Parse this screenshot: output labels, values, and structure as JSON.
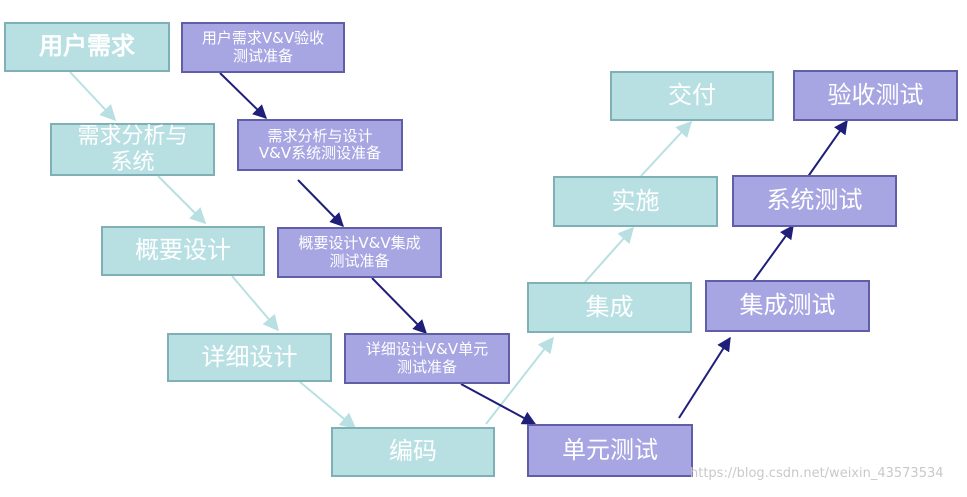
{
  "left_branch": {
    "user_requirements": "用户需求",
    "requirements_analysis": "需求分析与\n系统",
    "high_level_design": "概要设计",
    "detailed_design": "详细设计",
    "coding": "编码"
  },
  "vv_prep": {
    "acceptance_prep": "用户需求V&V验收\n测试准备",
    "system_test_prep": "需求分析与设计\nV&V系统测设准备",
    "integration_prep": "概要设计V&V集成\n测试准备",
    "unit_prep": "详细设计V&V单元\n测试准备"
  },
  "delivery_branch": {
    "integration": "集成",
    "implementation": "实施",
    "delivery": "交付"
  },
  "test_branch": {
    "unit_test": "单元测试",
    "integration_test": "集成测试",
    "system_test": "系统测试",
    "acceptance_test": "验收测试"
  },
  "watermark": "https://blog.csdn.net/weixin_43573534",
  "colors": {
    "teal_fill": "#b8e0e3",
    "teal_border": "#7fb0b6",
    "teal_arrow": "#b8e0e3",
    "purple_fill": "#a7a6e2",
    "purple_border": "#5f5ea6",
    "navy_arrow": "#1f1f7a"
  }
}
